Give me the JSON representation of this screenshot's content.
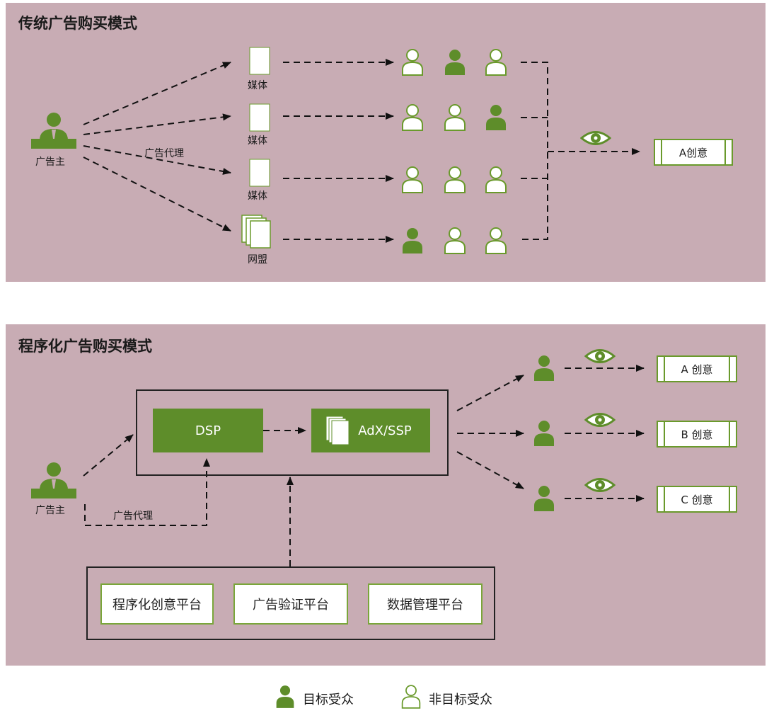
{
  "top": {
    "title": "传统广告购买模式",
    "advertiser": "广告主",
    "agency": "广告代理",
    "media": [
      "媒体",
      "媒体",
      "媒体",
      "网盟"
    ],
    "creative": "A创意",
    "rows": [
      [
        "non",
        "target",
        "non"
      ],
      [
        "non",
        "non",
        "target"
      ],
      [
        "non",
        "non",
        "non"
      ],
      [
        "target",
        "non",
        "non"
      ]
    ]
  },
  "bottom": {
    "title": "程序化广告购买模式",
    "advertiser": "广告主",
    "agency": "广告代理",
    "dsp": "DSP",
    "adx": "AdX/SSP",
    "creatives": [
      "A 创意",
      "B 创意",
      "C 创意"
    ],
    "platforms": [
      "程序化创意平台",
      "广告验证平台",
      "数据管理平台"
    ]
  },
  "legend": {
    "target": "目标受众",
    "non_target": "非目标受众"
  },
  "colors": {
    "panel": "#c8acb4",
    "green": "#5e8d2a",
    "outline_green": "#6a9a2c"
  }
}
